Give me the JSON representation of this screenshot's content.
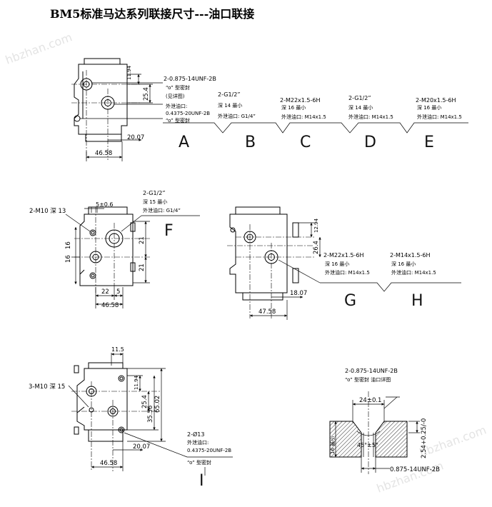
{
  "title": "BM5标准马达系列联接尺寸---油口联接",
  "watermarks": [
    "hbzhan.com",
    "hbzhan.com",
    "hbzhan.com"
  ],
  "view1": {
    "dims": [
      "11.94",
      "25.4",
      "20.07",
      "46.58"
    ],
    "notes": [
      "2-0.875-14UNF-2B",
      "“o” 型密封",
      "(见详图)",
      "外泄油口:",
      "0.4375-20UNF-2B",
      "“o” 型密封"
    ],
    "options": [
      {
        "letter": "A",
        "lines": []
      },
      {
        "letter": "B",
        "lines": [
          "2-G1/2”",
          "深 14  最小",
          "外泄油口: G1/4”"
        ]
      },
      {
        "letter": "C",
        "lines": [
          "2-M22x1.5-6H",
          "深 16  最小",
          "外泄油口: M14x1.5"
        ]
      },
      {
        "letter": "D",
        "lines": [
          "2-G1/2”",
          "深 14  最小",
          "外泄油口: M14x1.5"
        ]
      },
      {
        "letter": "E",
        "lines": [
          "2-M20x1.5-6H",
          "深 16  最小",
          "外泄油口: M14x1.5"
        ]
      }
    ]
  },
  "viewF": {
    "letter": "F",
    "bolt_label": "2-M10 深 13",
    "port_lines": [
      "2-G1/2”",
      "深 15  最小",
      "外泄油口: G1/4”"
    ],
    "dims": [
      "5±0.6",
      "16",
      "16",
      "21",
      "21",
      "22",
      "5",
      "46.58"
    ]
  },
  "viewGH": {
    "letters": [
      "G",
      "H"
    ],
    "dims": [
      "12.94",
      "26.4",
      "18.07",
      "47.58"
    ],
    "G_lines": [
      "2-M22x1.5-6H",
      "深 16  最小",
      "外泄油口: M14x1.5"
    ],
    "H_lines": [
      "2-M14x1.5-6H",
      "深 16  最小",
      "外泄油口: M14x1.5"
    ]
  },
  "viewI": {
    "letter": "I",
    "bolt_label": "3-M10 深 15",
    "dims": [
      "11.5",
      "11.94",
      "25.4",
      "35.56",
      "65.02",
      "20.07",
      "46.58"
    ],
    "port_lines": [
      "2-Ø13",
      "外泄油口:",
      "0.4375-20UNF-2B",
      "“o” 型密封"
    ]
  },
  "detail": {
    "header": [
      "2-0.875-14UNF-2B",
      "“o” 型密封 油口详图"
    ],
    "dims": [
      "24±0.1",
      "16 最小",
      "45°±5°",
      "2.54+0.25/-0"
    ],
    "bottom_label": "0.875-14UNF-2B",
    "tolerance_top": "+0.25",
    "tolerance_bottom": "0"
  }
}
